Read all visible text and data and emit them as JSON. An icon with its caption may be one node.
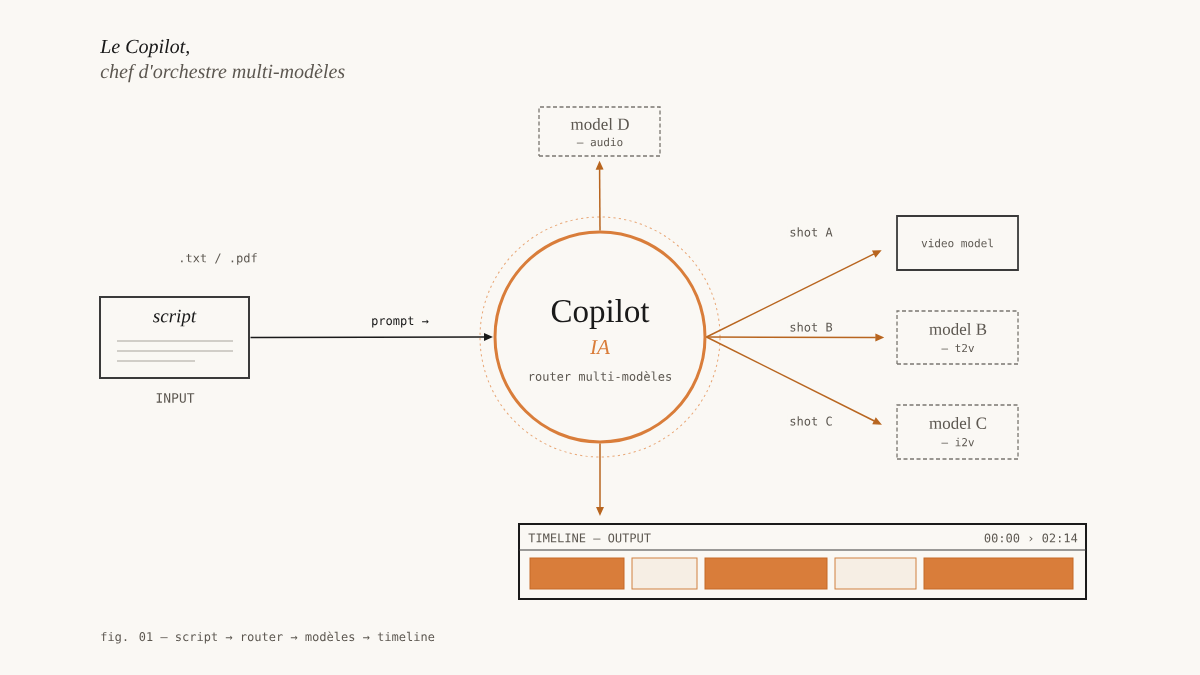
{
  "diagram": {
    "title": "Le Copilot,",
    "caption": "fig. 01 — script → router → modèles → timeline",
    "nodes": [
      {
        "text": [
          "script"
        ],
        "beside": [
          ".txt / .pdf",
          "INPUT"
        ]
      },
      {
        "text": [
          "Copilot",
          "IA",
          "router multi-modèles"
        ]
      },
      {
        "text": [
          "model D",
          "— audio"
        ]
      },
      {
        "text": [
          "video model"
        ]
      },
      {
        "text": [
          "model B",
          "— t2v"
        ]
      },
      {
        "text": [
          "model C",
          "— i2v"
        ]
      },
      {
        "text": [
          "TIMELINE — OUTPUT",
          "00:00 › 02:14"
        ]
      },
      {
        "text": [],
        "shape": "bar",
        "in": 6
      },
      {
        "text": [],
        "shape": "bar",
        "in": 6
      },
      {
        "text": [],
        "shape": "bar",
        "in": 6
      },
      {
        "text": [],
        "shape": "bar",
        "in": 6
      },
      {
        "text": [],
        "shape": "bar",
        "in": 6
      }
    ],
    "edges": [
      {
        "from": 0,
        "to": 1,
        "arrow": "to",
        "label": "prompt →",
        "color": "#1a1a1a"
      },
      {
        "from": 1,
        "to": 2,
        "arrow": "to"
      },
      {
        "from": 1,
        "to": 3,
        "arrow": "to",
        "label": "shot A"
      },
      {
        "from": 1,
        "to": 4,
        "arrow": "to",
        "label": "shot B"
      },
      {
        "from": 1,
        "to": 5,
        "arrow": "to",
        "label": "shot C"
      },
      {
        "from": 1,
        "to": 6,
        "arrow": "to"
      }
    ],
    "labels": [
      "chef d'orchestre multi-modèles"
    ]
  }
}
